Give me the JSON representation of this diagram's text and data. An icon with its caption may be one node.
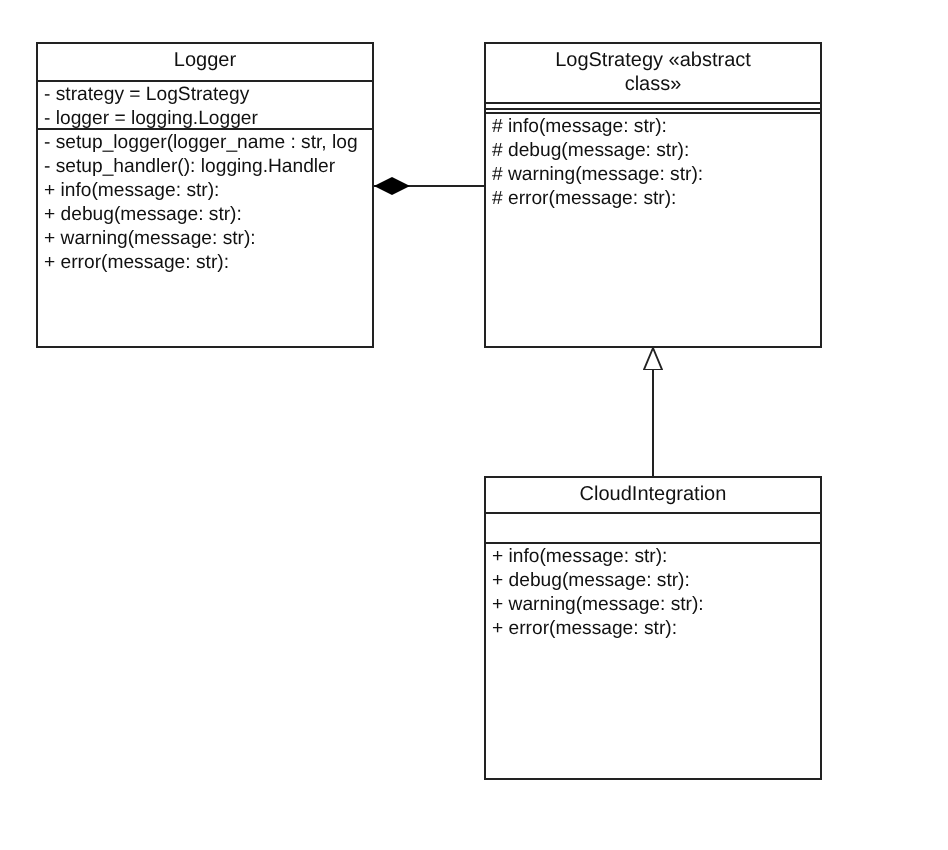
{
  "diagram": {
    "nodes": [
      {
        "text": [
          "Logger",
          "- strategy = LogStrategy",
          "- logger = logging.Logger",
          "- setup_logger(logger_name : str, log",
          "- setup_handler(): logging.Handler",
          "+ info(message: str):",
          "+ debug(message: str):",
          "+ warning(message: str):",
          "+ error(message: str):"
        ]
      },
      {
        "text": [
          "LogStrategy «abstract class»",
          "# info(message: str):",
          "# debug(message: str):",
          "# warning(message: str):",
          "# error(message: str):"
        ]
      },
      {
        "text": [
          "CloudIntegration",
          "+ info(message: str):",
          "+ debug(message: str):",
          "+ warning(message: str):",
          "+ error(message: str):"
        ]
      }
    ],
    "edges": [
      {
        "from": 0,
        "to": 1,
        "arrow": "other"
      },
      {
        "from": 2,
        "to": 1,
        "arrow": "to"
      }
    ]
  }
}
